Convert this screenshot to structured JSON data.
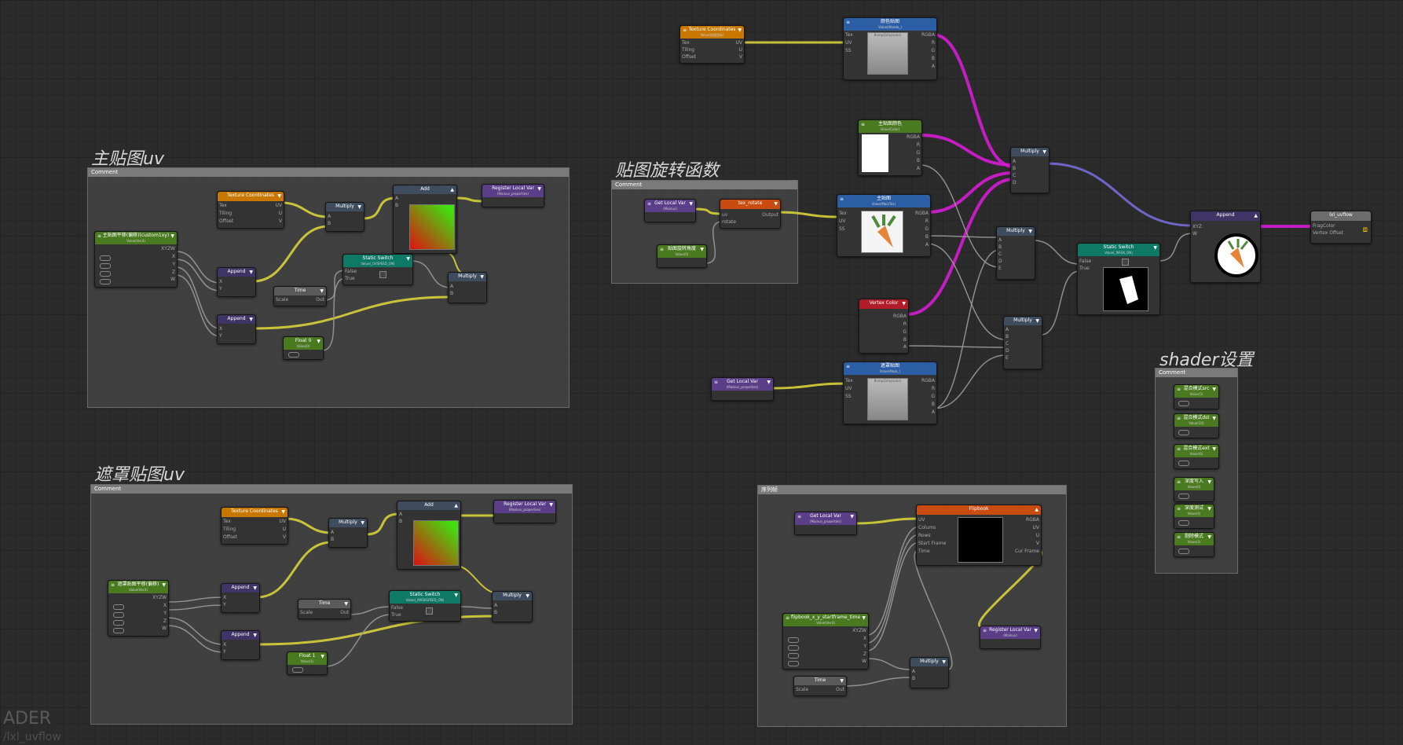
{
  "groups": {
    "g1": {
      "title": "主贴图uv",
      "header": "Comment"
    },
    "g2": {
      "title": "贴图旋转函数",
      "header": "Comment"
    },
    "g3": {
      "title": "遮罩贴图uv",
      "header": "Comment"
    },
    "g4": {
      "title": "",
      "header": "序列帧"
    },
    "g5": {
      "title": "shader设置",
      "header": "Comment"
    }
  },
  "nodes": {
    "tc_top": {
      "title": "Texture Coordinates",
      "sub": "Value(纹理坐标)",
      "ports": [
        "Tex",
        "Tiling",
        "Offset"
      ],
      "outs": [
        "UV",
        "U",
        "V"
      ]
    },
    "tex_top": {
      "title": "颜色贴图",
      "sub": "Value(Albedo_)",
      "ports": [
        "Tex",
        "UV",
        "SS"
      ],
      "outs": [
        "RGBA",
        "R",
        "G",
        "B",
        "A"
      ],
      "preview": "Bump(Grayscale)"
    },
    "col_main": {
      "title": "主贴图颜色",
      "sub": "Value(Color)",
      "outs": [
        "RGBA",
        "R",
        "G",
        "B",
        "A"
      ]
    },
    "multiply_main": {
      "title": "Multiply",
      "ports": [
        "A",
        "B",
        "C",
        "D"
      ]
    },
    "tex_main": {
      "title": "主贴图",
      "sub": "Value(MainTex)",
      "ports": [
        "Tex",
        "UV",
        "SS"
      ],
      "outs": [
        "RGBA",
        "R",
        "G",
        "B",
        "A"
      ]
    },
    "vcolor": {
      "title": "Vertex Color",
      "outs": [
        "RGBA",
        "R",
        "G",
        "B",
        "A"
      ]
    },
    "tex_mask": {
      "title": "遮罩贴图",
      "sub": "Value(Mask_)",
      "ports": [
        "Tex",
        "UV",
        "SS"
      ],
      "outs": [
        "RGBA",
        "R",
        "G",
        "B",
        "A"
      ],
      "preview": "Bump(Grayscale)"
    },
    "getlv_mask": {
      "title": "Get Local Var",
      "sub": "(Maskuv_properties)"
    },
    "mul_r1": {
      "title": "Multiply",
      "ports": [
        "A",
        "B",
        "C",
        "D",
        "E"
      ]
    },
    "mul_r2": {
      "title": "Multiply",
      "ports": [
        "A",
        "B",
        "C",
        "D",
        "E"
      ]
    },
    "ss_right": {
      "title": "Static Switch",
      "sub": "Value(_MASK_ON)",
      "ports": [
        "False",
        "True"
      ]
    },
    "append_out": {
      "title": "Append",
      "ports": [
        "XYZ",
        "W"
      ]
    },
    "outnode": {
      "title": "lxl_uvflow",
      "ports": [
        "FragColor",
        "Vertex Offset"
      ]
    },
    "g1_tc": {
      "title": "Texture Coordinates",
      "ports": [
        "Tex",
        "Tiling",
        "Offset"
      ],
      "outs": [
        "UV",
        "U",
        "V"
      ]
    },
    "g1_mul": {
      "title": "Multiply",
      "ports": [
        "A",
        "B"
      ]
    },
    "g1_add": {
      "title": "Add",
      "ports": [
        "A",
        "B"
      ]
    },
    "g1_reg": {
      "title": "Register Local Var",
      "sub": "(Mainuv_properties)"
    },
    "g1_vec": {
      "title": "主贴图平移(偏移)(custom1xy)",
      "sub": "Value(Vec4)",
      "outs": [
        "XYZW",
        "X",
        "Y",
        "Z",
        "W"
      ]
    },
    "g1_app1": {
      "title": "Append",
      "ports": [
        "X",
        "Y"
      ]
    },
    "g1_app2": {
      "title": "Append",
      "ports": [
        "X",
        "Y"
      ]
    },
    "g1_ss": {
      "title": "Static Switch",
      "sub": "Value(_UVSPEED_ON)",
      "ports": [
        "False",
        "True"
      ]
    },
    "g1_time": {
      "title": "Time",
      "ports": [
        "Scale"
      ],
      "outs": [
        "Out"
      ]
    },
    "g1_f0": {
      "title": "Float 0",
      "sub": "Value(0)"
    },
    "g1_mul2": {
      "title": "Multiply",
      "ports": [
        "A",
        "B"
      ]
    },
    "g2_get": {
      "title": "Get Local Var",
      "sub": "(Mainuv)"
    },
    "g2_rot": {
      "title": "tex_rotate",
      "ports": [
        "uv",
        "rotate"
      ],
      "outs": [
        "Output"
      ]
    },
    "g2_angle": {
      "title": "贴图旋转角度",
      "sub": "Value(0)"
    },
    "g3_tc": {
      "title": "Texture Coordinates",
      "ports": [
        "Tex",
        "Tiling",
        "Offset"
      ],
      "outs": [
        "UV",
        "U",
        "V"
      ]
    },
    "g3_mul": {
      "title": "Multiply",
      "ports": [
        "A",
        "B"
      ]
    },
    "g3_add": {
      "title": "Add",
      "ports": [
        "A",
        "B"
      ]
    },
    "g3_reg": {
      "title": "Register Local Var",
      "sub": "(Maskuv_properties)"
    },
    "g3_vec": {
      "title": "遮罩贴图平移(偏移)",
      "sub": "Value(Vec4)",
      "outs": [
        "XYZW",
        "X",
        "Y",
        "Z",
        "W"
      ]
    },
    "g3_app1": {
      "title": "Append",
      "ports": [
        "X",
        "Y"
      ]
    },
    "g3_app2": {
      "title": "Append",
      "ports": [
        "X",
        "Y"
      ]
    },
    "g3_time": {
      "title": "Time",
      "ports": [
        "Scale"
      ],
      "outs": [
        "Out"
      ]
    },
    "g3_ss": {
      "title": "Static Switch",
      "sub": "Value(_MASKSPEED_ON)",
      "ports": [
        "False",
        "True"
      ]
    },
    "g3_f1": {
      "title": "Float 1",
      "sub": "Value(1)"
    },
    "g3_mul2": {
      "title": "Multiply",
      "ports": [
        "A",
        "B"
      ]
    },
    "g4_get": {
      "title": "Get Local Var",
      "sub": "(Mainuv_properties)"
    },
    "g4_flip": {
      "title": "Flipbook",
      "ports": [
        "UV",
        "Colums",
        "Rows",
        "Start Frame",
        "Time"
      ],
      "outs": [
        "RGBA",
        "UV",
        "U",
        "V",
        "Cur Frame"
      ]
    },
    "g4_vec": {
      "title": "flipbook_x_y_startframe_time",
      "sub": "Value(Vec4)",
      "outs": [
        "XYZW",
        "X",
        "Y",
        "Z",
        "W"
      ]
    },
    "g4_time": {
      "title": "Time",
      "ports": [
        "Scale"
      ],
      "outs": [
        "Out"
      ]
    },
    "g4_mul": {
      "title": "Multiply",
      "ports": [
        "A",
        "B"
      ]
    },
    "g4_reg": {
      "title": "Register Local Var",
      "sub": "(Mainuv)"
    },
    "s1": {
      "title": "混合模式src",
      "sub": "Value(5)"
    },
    "s2": {
      "title": "混合模式dst",
      "sub": "Value(10)"
    },
    "s3": {
      "title": "混合模式ext",
      "sub": "Value(0)"
    },
    "s4": {
      "title": "深度写入",
      "sub": "Value(0)"
    },
    "s5": {
      "title": "深度测试",
      "sub": "Value(4)"
    },
    "s6": {
      "title": "剔除模式",
      "sub": "Value(2)"
    }
  },
  "watermark": {
    "line1": "ADER",
    "line2": "/lxl_uvflow"
  },
  "colors": {
    "wire_yellow": "#d8d23a",
    "wire_magenta": "#d41cd4",
    "wire_gray": "#9a9a9a",
    "wire_purple": "#7a6ad8"
  }
}
